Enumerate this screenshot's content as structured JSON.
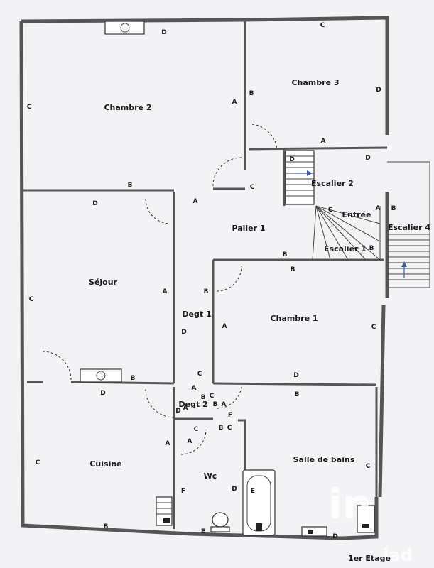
{
  "rooms": {
    "chambre2": "Chambre 2",
    "chambre3": "Chambre 3",
    "escalier2": "Escalier 2",
    "entree": "Entrée",
    "escalier4": "Escalier 4",
    "palier1": "Palier 1",
    "escalier1": "Escalier 1",
    "sejour": "Séjour",
    "degt1": "Degt 1",
    "chambre1": "Chambre 1",
    "degt2": "Degt 2",
    "cuisine": "Cuisine",
    "wc": "Wc",
    "salle_de_bains": "Salle de bains"
  },
  "wall_labels": {
    "ch2_top": "D",
    "ch2_left": "C",
    "ch2_right": "A",
    "ch2_bottom": "B",
    "ch3_top": "C",
    "ch3_left": "B",
    "ch3_right": "D",
    "ch3_bottom": "A",
    "esc2_left": "D",
    "esc2_right": "D",
    "esc2_bottom": "C",
    "entree_a": "A",
    "entree_b": "B",
    "palier_c": "C",
    "palier_a": "A",
    "palier_b": "B",
    "palier_b2": "B",
    "sej_top": "D",
    "sej_left": "C",
    "sej_right": "A",
    "sej_bottom": "B",
    "degt1_b": "B",
    "degt1_d": "D",
    "degt1_c": "C",
    "degt1_a": "A",
    "ch1_top": "B",
    "ch1_left": "A",
    "ch1_right": "C",
    "ch1_bottom": "D",
    "degt2_d": "D",
    "degt2_a": "A",
    "degt2_b": "B",
    "degt2_c": "C",
    "degt2_b2": "B",
    "degt2_a2": "A",
    "degt2_f": "F",
    "cui_top": "D",
    "cui_left": "C",
    "cui_right": "A",
    "cui_bottom": "B",
    "wc_c": "C",
    "wc_b": "B",
    "wc_c2": "C",
    "wc_a": "A",
    "wc_f": "F",
    "wc_d": "D",
    "wc_e": "E",
    "sdb_top": "B",
    "sdb_right": "C",
    "sdb_e": "E",
    "sdb_d": "D"
  },
  "floor_label": "1er Etage",
  "watermark": {
    "main": "in",
    "sub": "iad"
  }
}
